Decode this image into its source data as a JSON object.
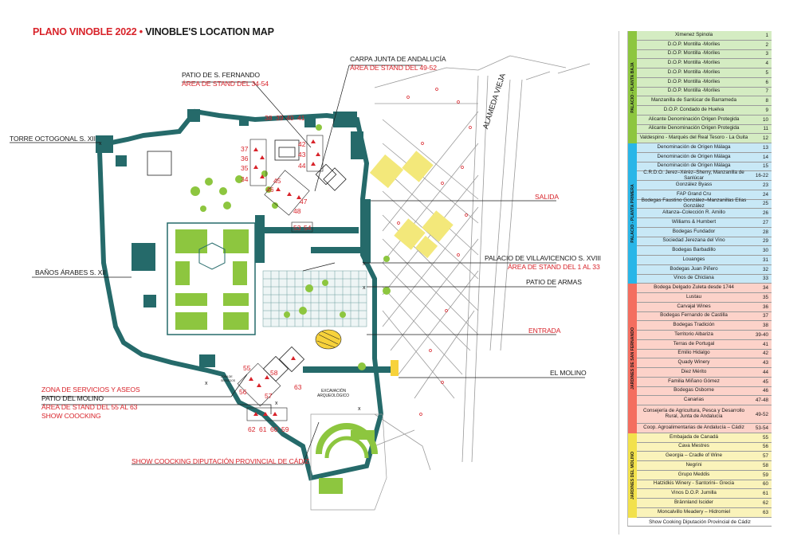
{
  "title": {
    "part1": "PLANO VINOBLE 2022 •",
    "part2": " VINOBLE'S LOCATION MAP"
  },
  "labels": {
    "carpa": "CARPA JUNTA DE ANDALUCÍA",
    "area_49_52": "ÁREA DE STAND DEL 49-52",
    "patio_fernando": "PATIO DE S. FERNANDO",
    "area_34_54": "ÁREA DE STAND DEL 34-54",
    "torre": "TORRE OCTOGONAL S. XII",
    "alameda": "ALAMEDA VIEJA",
    "salida": "SALIDA",
    "palacio": "PALACIO DE VILLAVICENCIO S. XVIII",
    "area_1_33": "ÁREA DE STAND DEL 1 AL 33",
    "banos": "BAÑOS ÁRABES S. XII",
    "patio_armas": "PATIO DE ARMAS",
    "entrada": "ENTRADA",
    "molino": "EL MOLINO",
    "zona_servicios": "ZONA DE SERVICIOS Y ASEOS",
    "patio_molino": "PATIO DEL MOLINO",
    "area_55_63": "ÁREA DE STAND DEL 55 AL 63",
    "show_cooking": "SHOW COOCKING",
    "show_cooking_dip": "SHOW COOCKING DIPUTACIÓN PROVINCIAL DE CÁDIZ",
    "excavacion_1": "EXCAVACIÓN",
    "excavacion_2": "ARQUEOLÓGICO",
    "tiny_1": "ZONA DE",
    "tiny_2": "SERVICIOS"
  },
  "stand_numbers": [
    "38",
    "39",
    "40",
    "41",
    "37",
    "36",
    "35",
    "34",
    "42",
    "43",
    "44",
    "45",
    "46",
    "47",
    "48",
    "53",
    "54",
    "55",
    "56",
    "57",
    "58",
    "63",
    "62",
    "61",
    "60",
    "59"
  ],
  "legend": {
    "sections": [
      {
        "name": "PALACIO - PLANTA BAJA",
        "color": "green",
        "rows": [
          {
            "name": "Ximenez Spinola",
            "stand": "1"
          },
          {
            "name": "D.O.P. Montilla -Moriles",
            "stand": "2"
          },
          {
            "name": "D.O.P. Montilla -Moriles",
            "stand": "3"
          },
          {
            "name": "D.O.P. Montilla -Moriles",
            "stand": "4"
          },
          {
            "name": "D.O.P. Montilla -Moriles",
            "stand": "5"
          },
          {
            "name": "D.O.P. Montilla -Moriles",
            "stand": "6"
          },
          {
            "name": "D.O.P. Montilla -Moriles",
            "stand": "7"
          },
          {
            "name": "Manzanilla de Sanlúcar de Barrameda",
            "stand": "8"
          },
          {
            "name": "D.O.P. Condado de Huelva",
            "stand": "9"
          },
          {
            "name": "Alicante Denominación Origen Protegida",
            "stand": "10"
          },
          {
            "name": "Alicante Denominación Origen Protegida",
            "stand": "11"
          },
          {
            "name": "Valdespino - Marqués del Real Tesoro - La Guita",
            "stand": "12"
          }
        ]
      },
      {
        "name": "PALACIO - PLANTA PRIMERA",
        "color": "blue",
        "rows": [
          {
            "name": "Denominación de Origen Málaga",
            "stand": "13"
          },
          {
            "name": "Denominación de Origen Málaga",
            "stand": "14"
          },
          {
            "name": "Denominación de Origen Málaga",
            "stand": "15"
          },
          {
            "name": "C.R.D.O. Jerez–Xérèz–Sherry, Manzanilla de Sanlúcar",
            "stand": "16-22"
          },
          {
            "name": "González Byass",
            "stand": "23"
          },
          {
            "name": "FAP Grand Cru",
            "stand": "24"
          },
          {
            "name": "Bodegas Faustino González–Manzanillas Elías González",
            "stand": "25"
          },
          {
            "name": "Altanza–Colección R. Amillo",
            "stand": "26"
          },
          {
            "name": "Williams & Humbert",
            "stand": "27"
          },
          {
            "name": "Bodegas Fundador",
            "stand": "28"
          },
          {
            "name": "Sociedad Jerezana del Vino",
            "stand": "29"
          },
          {
            "name": "Bodegas Barbadillo",
            "stand": "30"
          },
          {
            "name": "Louanges",
            "stand": "31"
          },
          {
            "name": "Bodegas Juan Piñero",
            "stand": "32"
          },
          {
            "name": "Vinos de Chiclana",
            "stand": "33"
          }
        ]
      },
      {
        "name": "JARDINES DE SAN FERNANDO",
        "color": "red",
        "rows": [
          {
            "name": "Bodega Delgado Zuleta desde 1744",
            "stand": "34"
          },
          {
            "name": "Lustau",
            "stand": "35"
          },
          {
            "name": "Carvajal Wines",
            "stand": "36"
          },
          {
            "name": "Bodegas Fernando de Castilla",
            "stand": "37"
          },
          {
            "name": "Bodegas Tradición",
            "stand": "38"
          },
          {
            "name": "Territorio Albariza",
            "stand": "39-40"
          },
          {
            "name": "Terras de Portugal",
            "stand": "41"
          },
          {
            "name": "Emilio Hidalgo",
            "stand": "42"
          },
          {
            "name": "Quady Winery",
            "stand": "43"
          },
          {
            "name": "Diez Mérito",
            "stand": "44"
          },
          {
            "name": "Familia Miñano Gómez",
            "stand": "45"
          },
          {
            "name": "Bodegas Osborne",
            "stand": "46"
          },
          {
            "name": "Canarias",
            "stand": "47-48"
          },
          {
            "name": "Consejería de Agricultura, Pesca y Desarrollo Rural, Junta de Andalucía",
            "stand": "49-52",
            "tall": true
          },
          {
            "name": "Coop. Agroalimentarias de Andalucía – Cádiz",
            "stand": "53-54"
          }
        ]
      },
      {
        "name": "JARDINES DEL MOLINO",
        "color": "yellow",
        "rows": [
          {
            "name": "Embajada de Canadá",
            "stand": "55"
          },
          {
            "name": "Cava Mestres",
            "stand": "56"
          },
          {
            "name": "Georgia – Cradle of Wine",
            "stand": "57"
          },
          {
            "name": "Negrini",
            "stand": "58"
          },
          {
            "name": "Grupo Meddis",
            "stand": "59"
          },
          {
            "name": "Hatzidkis Winery - Santorini– Grecia",
            "stand": "60"
          },
          {
            "name": "Vinos D.O.P. Jumilla",
            "stand": "61"
          },
          {
            "name": "Brännland Iscider",
            "stand": "62"
          },
          {
            "name": "Moncalvillo Meadery – Hidromiel",
            "stand": "63"
          }
        ]
      }
    ],
    "footer": "Show Cooking Diputación Provincial de Cádiz"
  },
  "colors": {
    "wall": "#256a6a",
    "accent_red": "#d8232a",
    "garden": "#8dc63f",
    "plaza": "#f3e87a"
  }
}
